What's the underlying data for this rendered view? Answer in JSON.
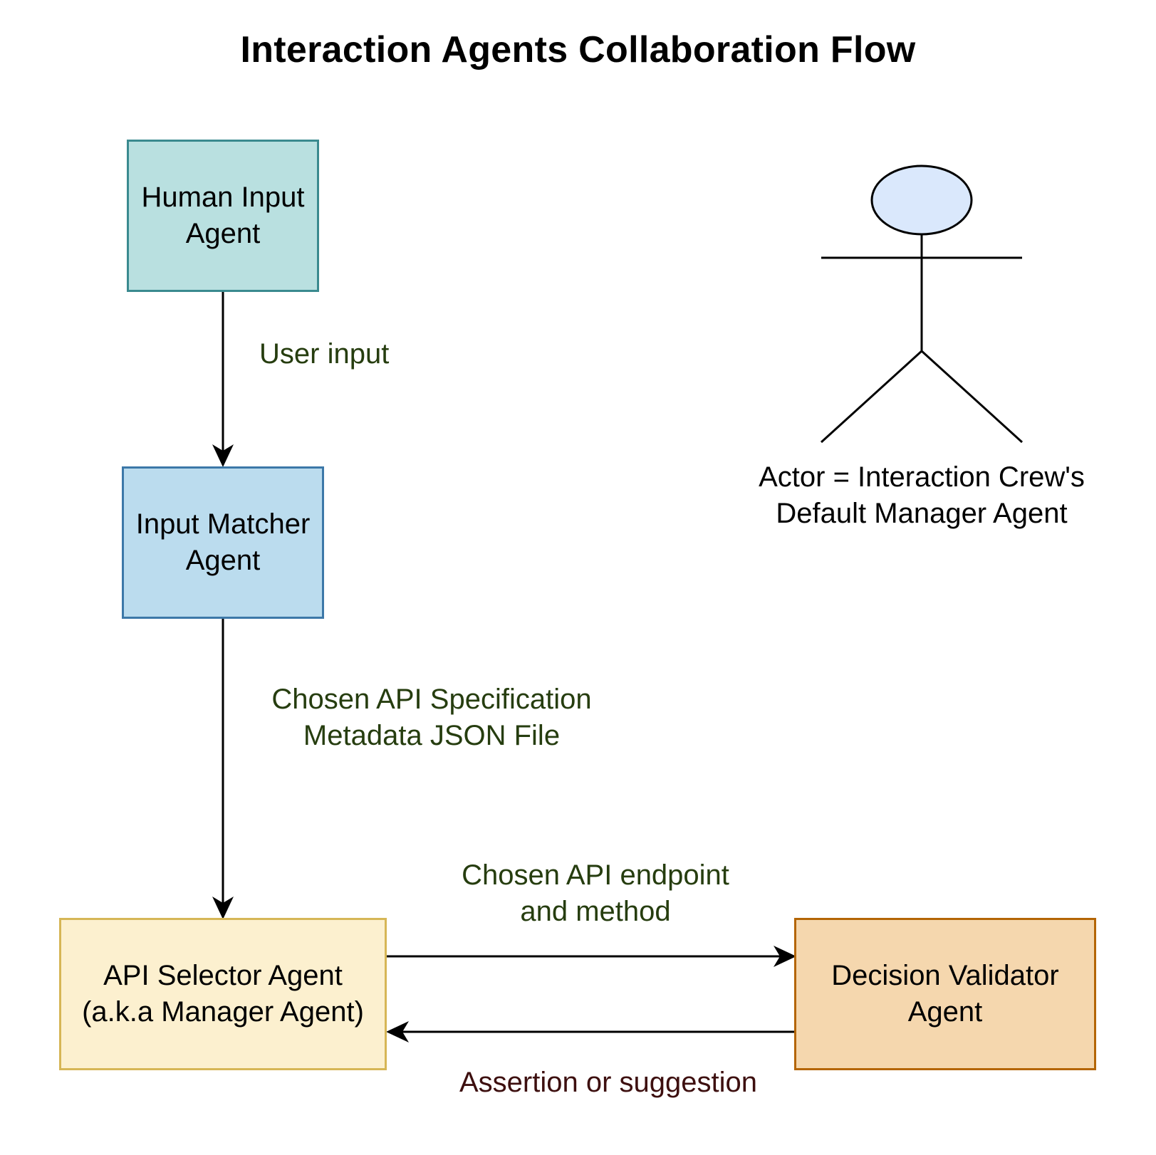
{
  "title": "Interaction Agents Collaboration Flow",
  "nodes": {
    "human_input": {
      "lines": [
        "Human Input",
        "Agent"
      ],
      "fill": "#b9e0e0",
      "stroke": "#3a8a8f"
    },
    "input_matcher": {
      "lines": [
        "Input Matcher",
        "Agent"
      ],
      "fill": "#bbdcee",
      "stroke": "#3c78a8"
    },
    "api_selector": {
      "lines": [
        "API Selector Agent",
        "(a.k.a Manager Agent)"
      ],
      "fill": "#fcf0cf",
      "stroke": "#d6b656"
    },
    "decision_validator": {
      "lines": [
        "Decision Validator",
        "Agent"
      ],
      "fill": "#f5d7ae",
      "stroke": "#b46504"
    }
  },
  "actor": {
    "lines": [
      "Actor = Interaction Crew's",
      "Default Manager Agent"
    ],
    "head_fill": "#dae8fc"
  },
  "edges": {
    "user_input": {
      "lines": [
        "User input"
      ],
      "color": "#263d0f"
    },
    "api_spec": {
      "lines": [
        "Chosen API Specification",
        "Metadata JSON File"
      ],
      "color": "#263d0f"
    },
    "endpoint": {
      "lines": [
        "Chosen API endpoint",
        "and method"
      ],
      "color": "#263d0f"
    },
    "assertion": {
      "lines": [
        "Assertion or suggestion"
      ],
      "color": "#3d0f0f"
    }
  }
}
